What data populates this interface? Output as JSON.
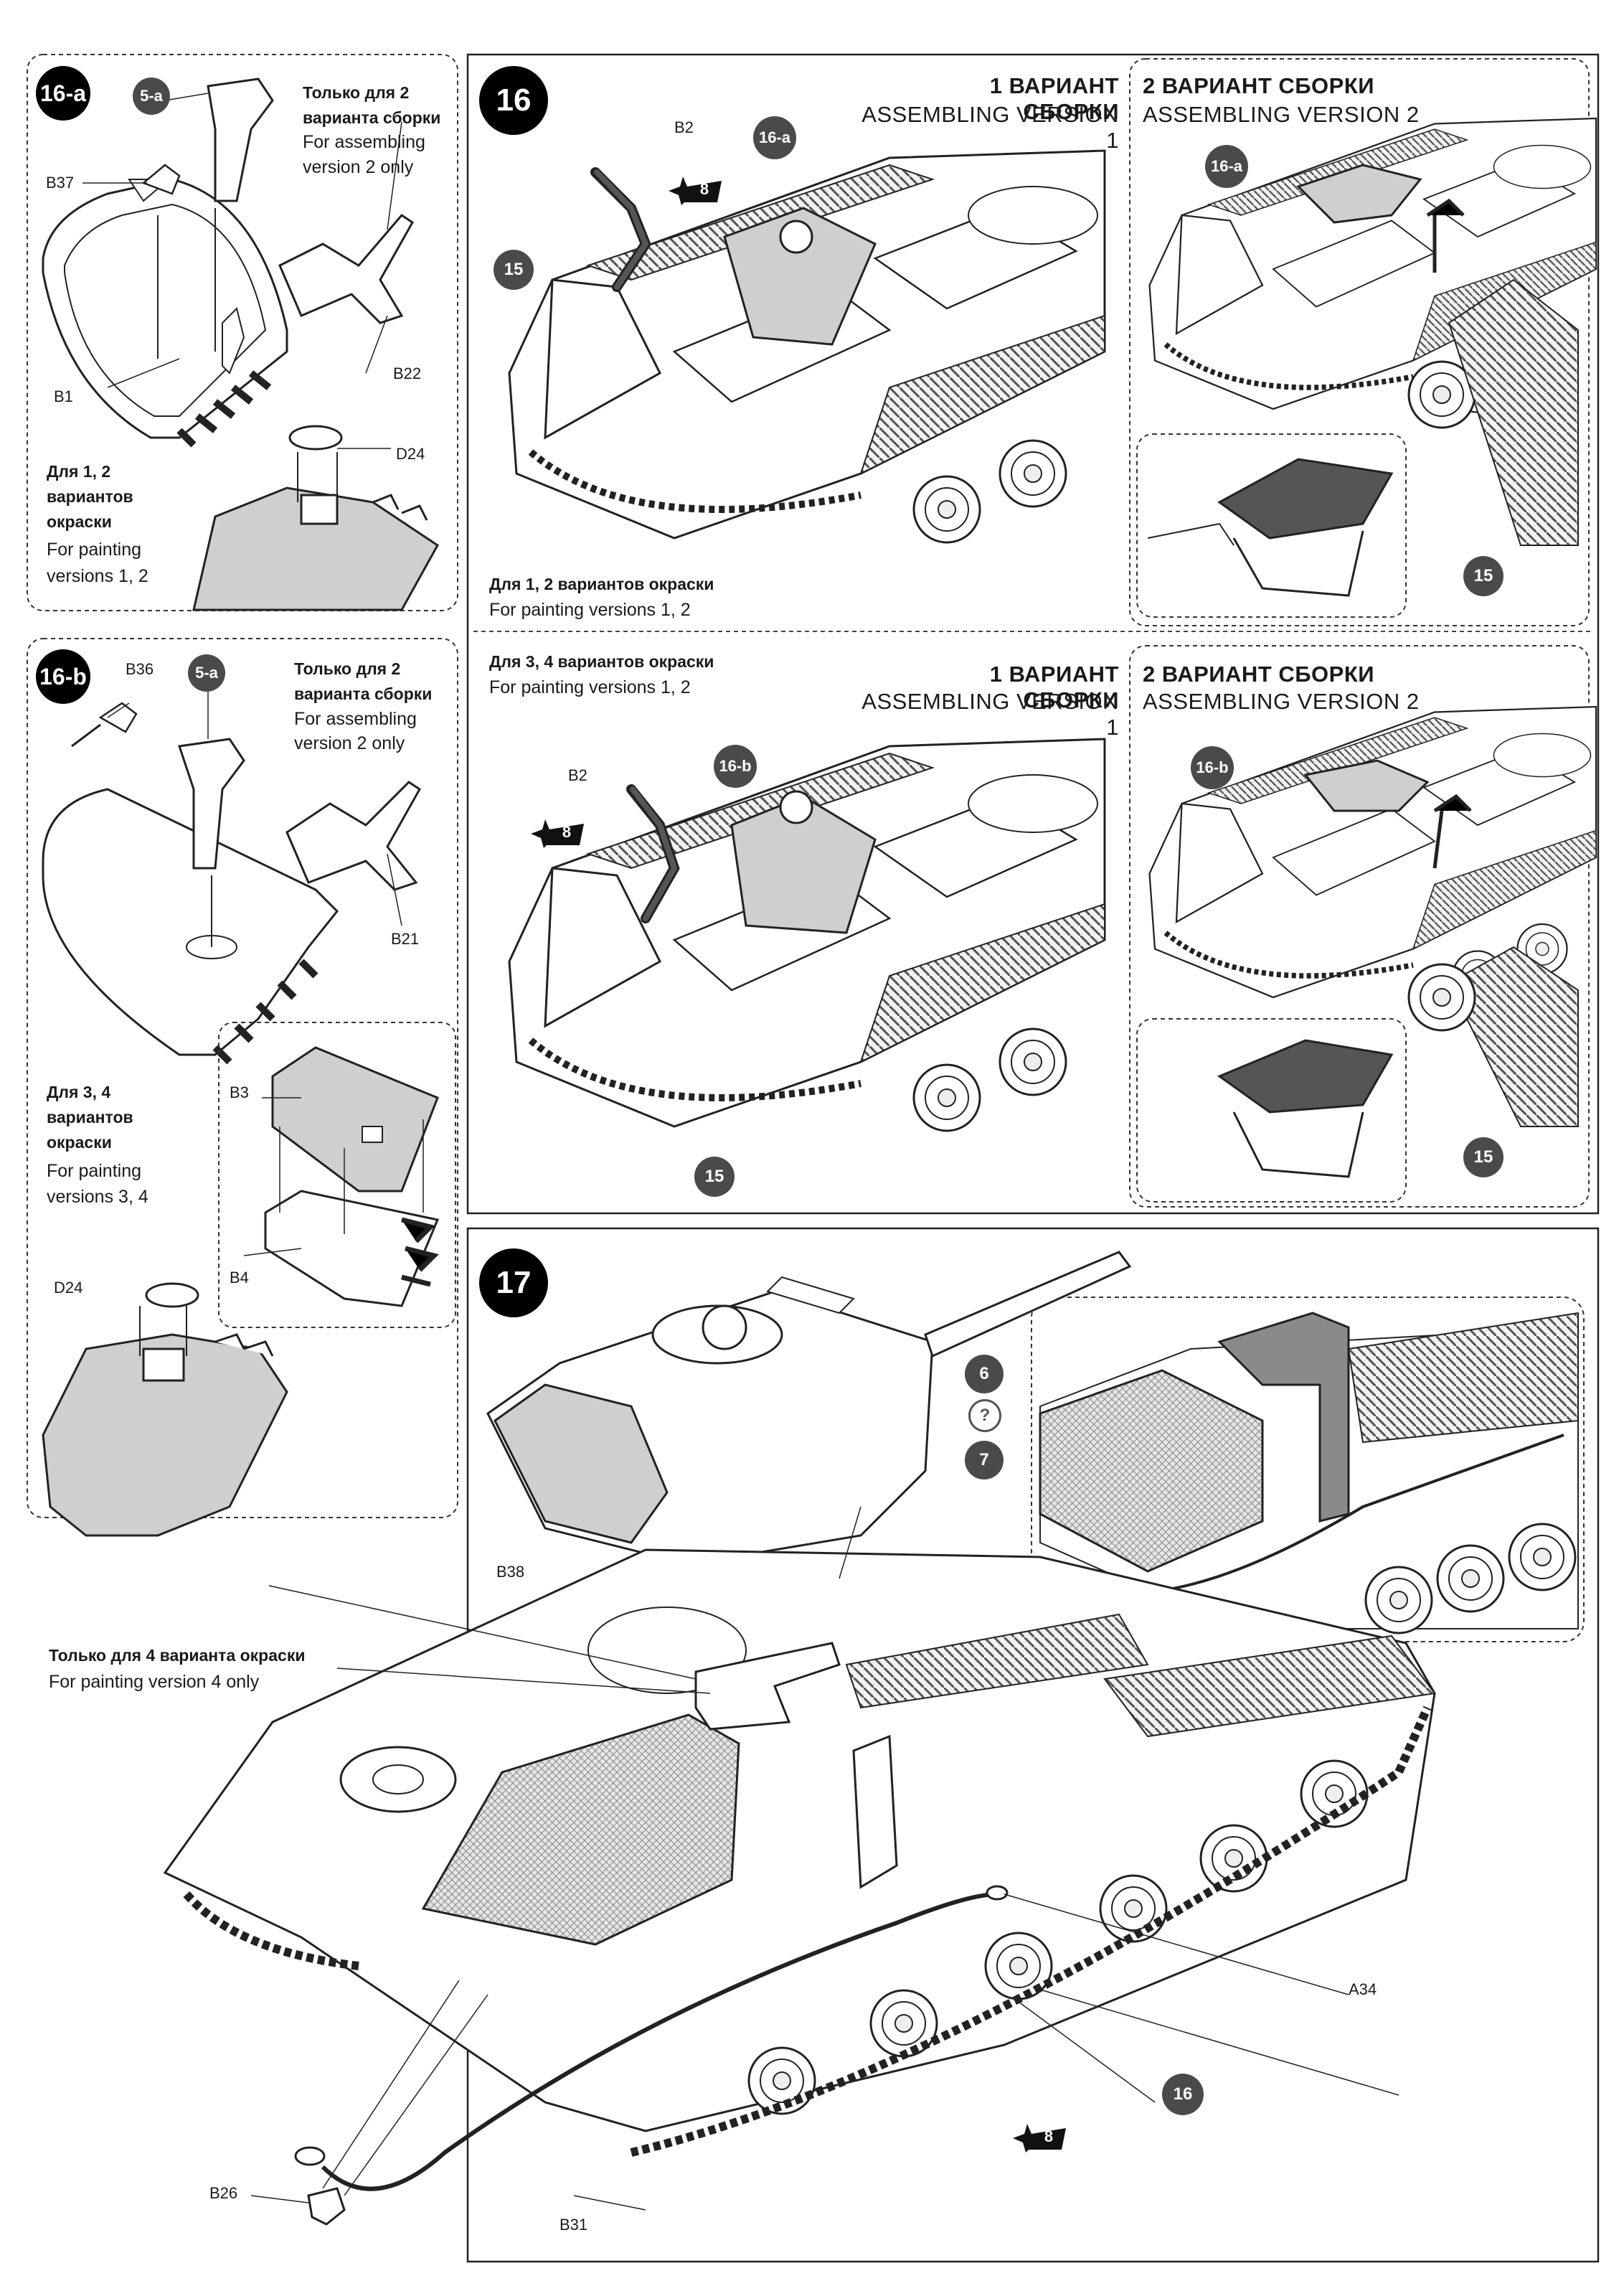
{
  "page": {
    "background": "#ffffff",
    "line_color": "#1a1a1a",
    "fill_gray": "#cfcfcf",
    "badge_color": "#4a4a4a"
  },
  "panel_16a": {
    "badge": "16-a",
    "note_ru_1": "Только для 2",
    "note_ru_2": "варианта сборки",
    "note_en_1": "For assembling",
    "note_en_2": "version 2 only",
    "painting_ru_1": "Для 1, 2",
    "painting_ru_2": "вариантов",
    "painting_ru_3": "окраски",
    "painting_en_1": "For painting",
    "painting_en_2": "versions 1, 2",
    "part_badge": "5-a",
    "parts": {
      "b37": "B37",
      "b1": "B1",
      "b22": "B22",
      "d24": "D24"
    }
  },
  "panel_16b": {
    "badge": "16-b",
    "note_ru_1": "Только для 2",
    "note_ru_2": "варианта сборки",
    "note_en_1": "For assembling",
    "note_en_2": "version 2 only",
    "painting_ru_1": "Для 3, 4",
    "painting_ru_2": "вариантов",
    "painting_ru_3": "окраски",
    "painting_en_1": "For painting",
    "painting_en_2": "versions 3, 4",
    "part_badge": "5-a",
    "parts": {
      "b36": "B36",
      "b21": "B21",
      "b3": "B3",
      "b4": "B4",
      "d24": "D24"
    }
  },
  "step16": {
    "number": "16",
    "top": {
      "v1_ru": "1 ВАРИАНТ СБОРКИ",
      "v1_en": "ASSEMBLING VERSION 1",
      "v2_ru": "2 ВАРИАНТ СБОРКИ",
      "v2_en": "ASSEMBLING VERSION 2",
      "paint_ru": "Для 1, 2 вариантов окраски",
      "paint_en": "For painting versions 1, 2",
      "part_b2": "B2",
      "badge_sub": "16-a",
      "badge_hull": "15",
      "star": "8"
    },
    "bottom": {
      "v1_ru": "1 ВАРИАНТ СБОРКИ",
      "v1_en": "ASSEMBLING VERSION 1",
      "v2_ru": "2 ВАРИАНТ СБОРКИ",
      "v2_en": "ASSEMBLING VERSION 2",
      "paint_ru": "Для 3, 4 вариантов окраски",
      "paint_en": "For painting versions 1, 2",
      "part_b2": "B2",
      "badge_sub": "16-b",
      "badge_hull": "15",
      "star": "8"
    }
  },
  "step17": {
    "number": "17",
    "badge_6": "6",
    "badge_q": "?",
    "badge_7": "7",
    "badge_16": "16",
    "star": "8",
    "note_ru": "Только для 4 варианта окраски",
    "note_en": "For painting version 4 only",
    "parts": {
      "b38": "B38",
      "a34": "A34",
      "b26": "B26",
      "b31": "B31"
    }
  }
}
